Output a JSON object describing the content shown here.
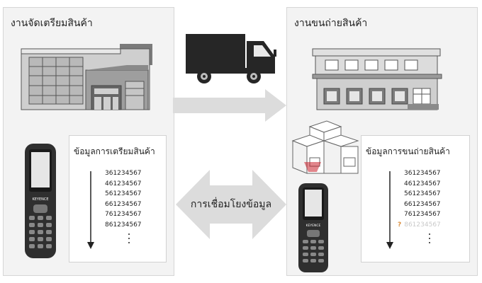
{
  "left_panel": {
    "title": "งานจัดเตรียมสินค้า",
    "data_box": {
      "title": "ข้อมูลการเตรียมสินค้า",
      "items": [
        "361234567",
        "461234567",
        "561234567",
        "661234567",
        "761234567",
        "861234567"
      ]
    }
  },
  "right_panel": {
    "title": "งานขนถ่ายสินค้า",
    "data_box": {
      "title": "ข้อมูลการขนถ่ายสินค้า",
      "items": [
        "361234567",
        "461234567",
        "561234567",
        "661234567",
        "761234567"
      ],
      "missing_mark": "?",
      "missing_item": "861234567"
    }
  },
  "link_label": "การเชื่อมโยงข้อมูล",
  "device_brand": "KEYENCE",
  "icons": [
    "warehouse-icon",
    "truck-icon",
    "loading-dock-icon",
    "handheld-scanner-icon",
    "boxes-icon"
  ],
  "colors": {
    "panel_bg": "#f3f3f3",
    "panel_border": "#d6d6d6",
    "arrow_gray": "#dcdcdc",
    "truck": "#262626",
    "scan_beam": "#c8202b",
    "missing_mark": "#d98c3a",
    "missing_text": "#c9c9c9"
  }
}
